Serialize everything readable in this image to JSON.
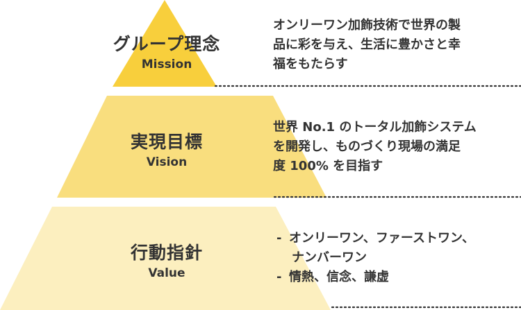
{
  "tiers": [
    {
      "title": "グループ理念",
      "subtitle": "Mission",
      "color": "#F8CF3C",
      "description": [
        "オンリーワン加飾技術で世界の製",
        "品に彩を与え、生活に豊かさと幸",
        "福をもたらす"
      ]
    },
    {
      "title": "実現目標",
      "subtitle": "Vision",
      "color": "#F9DE7E",
      "description": [
        "世界 No.1 のトータル加飾システム",
        "を開発し、ものづくり現場の満足",
        "度 100% を目指す"
      ]
    },
    {
      "title": "行動指針",
      "subtitle": "Value",
      "color": "#FCEFBF",
      "bullets": [
        {
          "dash": "-",
          "lines": [
            "オンリーワン、ファーストワン、",
            "ナンバーワン"
          ]
        },
        {
          "dash": "-",
          "lines": [
            "情熱、信念、謙虚"
          ]
        }
      ]
    }
  ],
  "colors": {
    "dotted_line": "#333333",
    "text": "#333333"
  }
}
